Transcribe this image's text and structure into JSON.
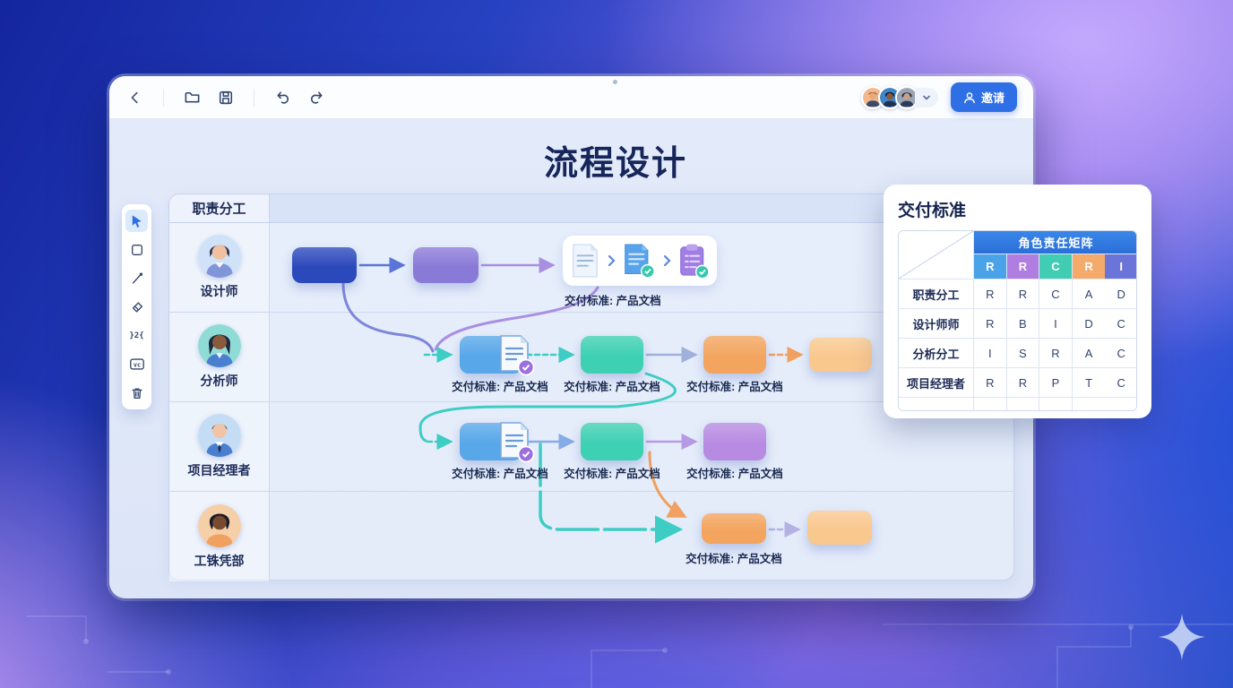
{
  "header": {
    "invite_label": "邀请",
    "avatar_count": "3"
  },
  "title": "流程设计",
  "toolbox": {
    "number_icon_text": "}2{",
    "vc_label": "vc"
  },
  "board": {
    "header_label": "职责分工",
    "lanes": [
      {
        "name": "设计师"
      },
      {
        "name": "分析师"
      },
      {
        "name": "项目经理者"
      },
      {
        "name": "工铢凭部"
      }
    ],
    "deliverable_label": "交付标准: 产品文档"
  },
  "panel": {
    "title": "交付标准",
    "matrix_title": "角色责任矩阵",
    "chips": [
      {
        "letter": "R",
        "color": "#4aa3e8"
      },
      {
        "letter": "R",
        "color": "#b07ee0"
      },
      {
        "letter": "C",
        "color": "#41cdb4"
      },
      {
        "letter": "R",
        "color": "#f4aa6b"
      },
      {
        "letter": "I",
        "color": "#6b74d8"
      }
    ],
    "rows": [
      {
        "label": "职责分工",
        "values": [
          "R",
          "R",
          "C",
          "A",
          "D"
        ]
      },
      {
        "label": "设计师师",
        "values": [
          "R",
          "B",
          "I",
          "D",
          "C"
        ]
      },
      {
        "label": "分析分工",
        "values": [
          "I",
          "S",
          "R",
          "A",
          "C"
        ]
      },
      {
        "label": "项目经理者",
        "values": [
          "R",
          "R",
          "P",
          "T",
          "C"
        ]
      }
    ]
  },
  "colors": {
    "accent_blue": "#2f6fe6",
    "node_dark_blue": "#2c49bc",
    "node_purple": "#8a7ad8",
    "node_blue": "#57a7e9",
    "node_teal": "#3dd0b2",
    "node_orange": "#f3a55f",
    "node_light_orange": "#f9c88f",
    "node_lavender": "#b88be2"
  }
}
